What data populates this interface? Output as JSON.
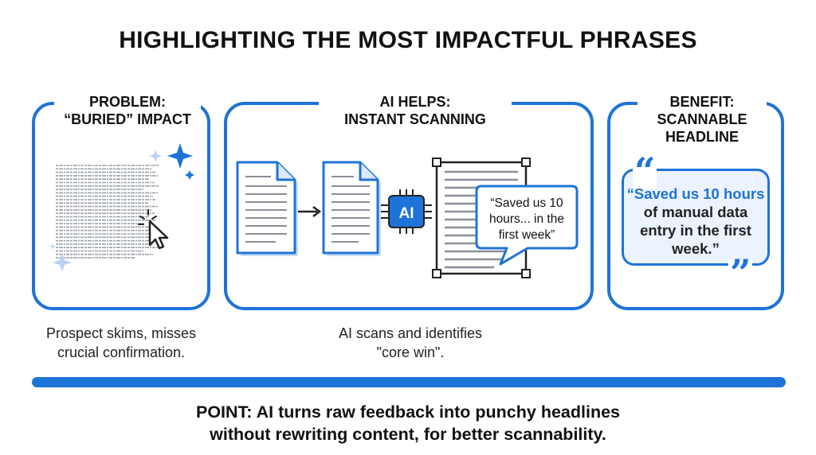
{
  "title": "HIGHLIGHTING THE MOST IMPACTFUL PHRASES",
  "panels": {
    "problem": {
      "title_line1": "PROBLEM:",
      "title_line2": "“BURIED” IMPACT",
      "caption_line1": "Prospect skims, misses",
      "caption_line2": "crucial confirmation."
    },
    "ai": {
      "title_line1": "AI HELPS:",
      "title_line2": "INSTANT SCANNING",
      "chip_label": "AI",
      "bubble_line1": "“Saved us 10",
      "bubble_line2": "hours... in the",
      "bubble_line3": "first week”",
      "caption_line1": "AI scans and identifies",
      "caption_line2": "\"core win\"."
    },
    "benefit": {
      "title_line1": "BENEFIT:",
      "title_line2": "SCANNABLE",
      "title_line3": "HEADLINE",
      "quote_highlight": "“Saved us 10 hours",
      "quote_rest": " of manual data entry in the first week.”"
    }
  },
  "point_line1": "POINT: AI turns raw feedback into punchy headlines",
  "point_line2": "without rewriting content, for better scannability.",
  "colors": {
    "accent": "#1e73d8",
    "chip": "#1e73d8",
    "quote_bg": "#eaf3fe",
    "sparkle": "#1e73d8"
  },
  "icons": [
    "cursor-icon",
    "sparkle-icon",
    "document-icon",
    "arrow-right-icon",
    "ai-chip-icon",
    "speech-bubble-icon",
    "quote-open-icon",
    "quote-close-icon"
  ]
}
